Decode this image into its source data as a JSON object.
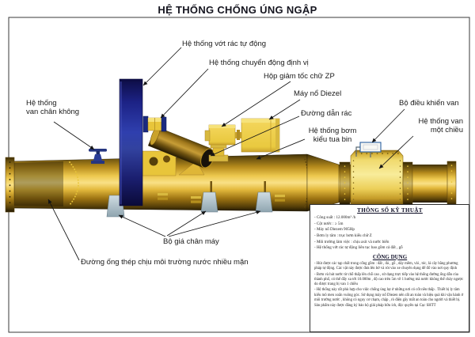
{
  "title": "HỆ THỐNG CHỐNG ÚNG NGẬP",
  "labels": {
    "trash_collector": "Hệ thống vớt rác tự động",
    "positioning": "Hệ thống chuyển động định vị",
    "gearbox": "Hộp giảm tốc chữ ZP",
    "diesel": "Máy nổ Diezel",
    "trash_duct": "Đường dẫn rác",
    "turbine_pump": "Hệ thống bơm\nkiểu tua bin",
    "vacuum_valve": "Hệ thống\nvan chân không",
    "valve_controller": "Bộ điều khiển van",
    "one_way_valve": "Hệ thống van\nmột chiều",
    "machine_base": "Bộ giá chân máy",
    "steel_pipe": "Đường ống thép chịu môi trường nước nhiều mặn"
  },
  "spec_box": {
    "specs_title": "THÔNG SỐ KỸ THUẬT",
    "items": [
      "- Công suất : 12.000m³ /h",
      "- Cột nước :  ≥  5m",
      "- Máy nổ Diezem 905Hp",
      "- Bơm ly tâm : trục bơm kiểu chữ Z",
      "- Môi trường làm việc : chịu axít và nước biển",
      "- Hệ thống vớt rác tự động liên tục bao gồm cả đất , gỗ"
    ],
    "usage_title": "CÔNG DỤNG",
    "usage": [
      "- Hút được các tạp chất trong cống gồm : đất , đá , gỗ , dây mềm, vải , tóc, lá cây bằng phương pháp tự động. Các vật này được đưa lên bờ và rót vào xe chuyên dụng để đổ vào nơi quy định",
      "- Bơm và hút nước từ chỗ thấp lên chỗ cao , sử dụng trực tiếp vào hệ thống đường ống dẫn của thành phố, có thể đẩy xa tới 10.000m , độ cao trên 5m về 1 hướng mà nước không thể chảy ngược do được trang bị van 1 chiều",
      "- Hệ thống này rất phù hợp cho việc chống úng lụt ở những nơi có cốt nền thấp . Thiết bị ly tâm kiểu mô men xoắn vuông góc. Sử dụng máy nổ Diezen nên rất an toàn và hiệu quả khi vận hành ở môi trường nước , không có nguy cơ chạm, chập , rò điện gây mất an toàn cho người và thiết bị.",
      "Sản phẩm này được đăng ký bảo hộ giải pháp hữu ích, độc quyền tại Cục SHTT"
    ]
  },
  "colors": {
    "pipe_gold": "#d9ae2e",
    "tower_blue": "#2a3aa6",
    "machine_yellow": "#f2d458",
    "support_gray": "#a9bcc6",
    "valve_navy": "#25357f"
  }
}
